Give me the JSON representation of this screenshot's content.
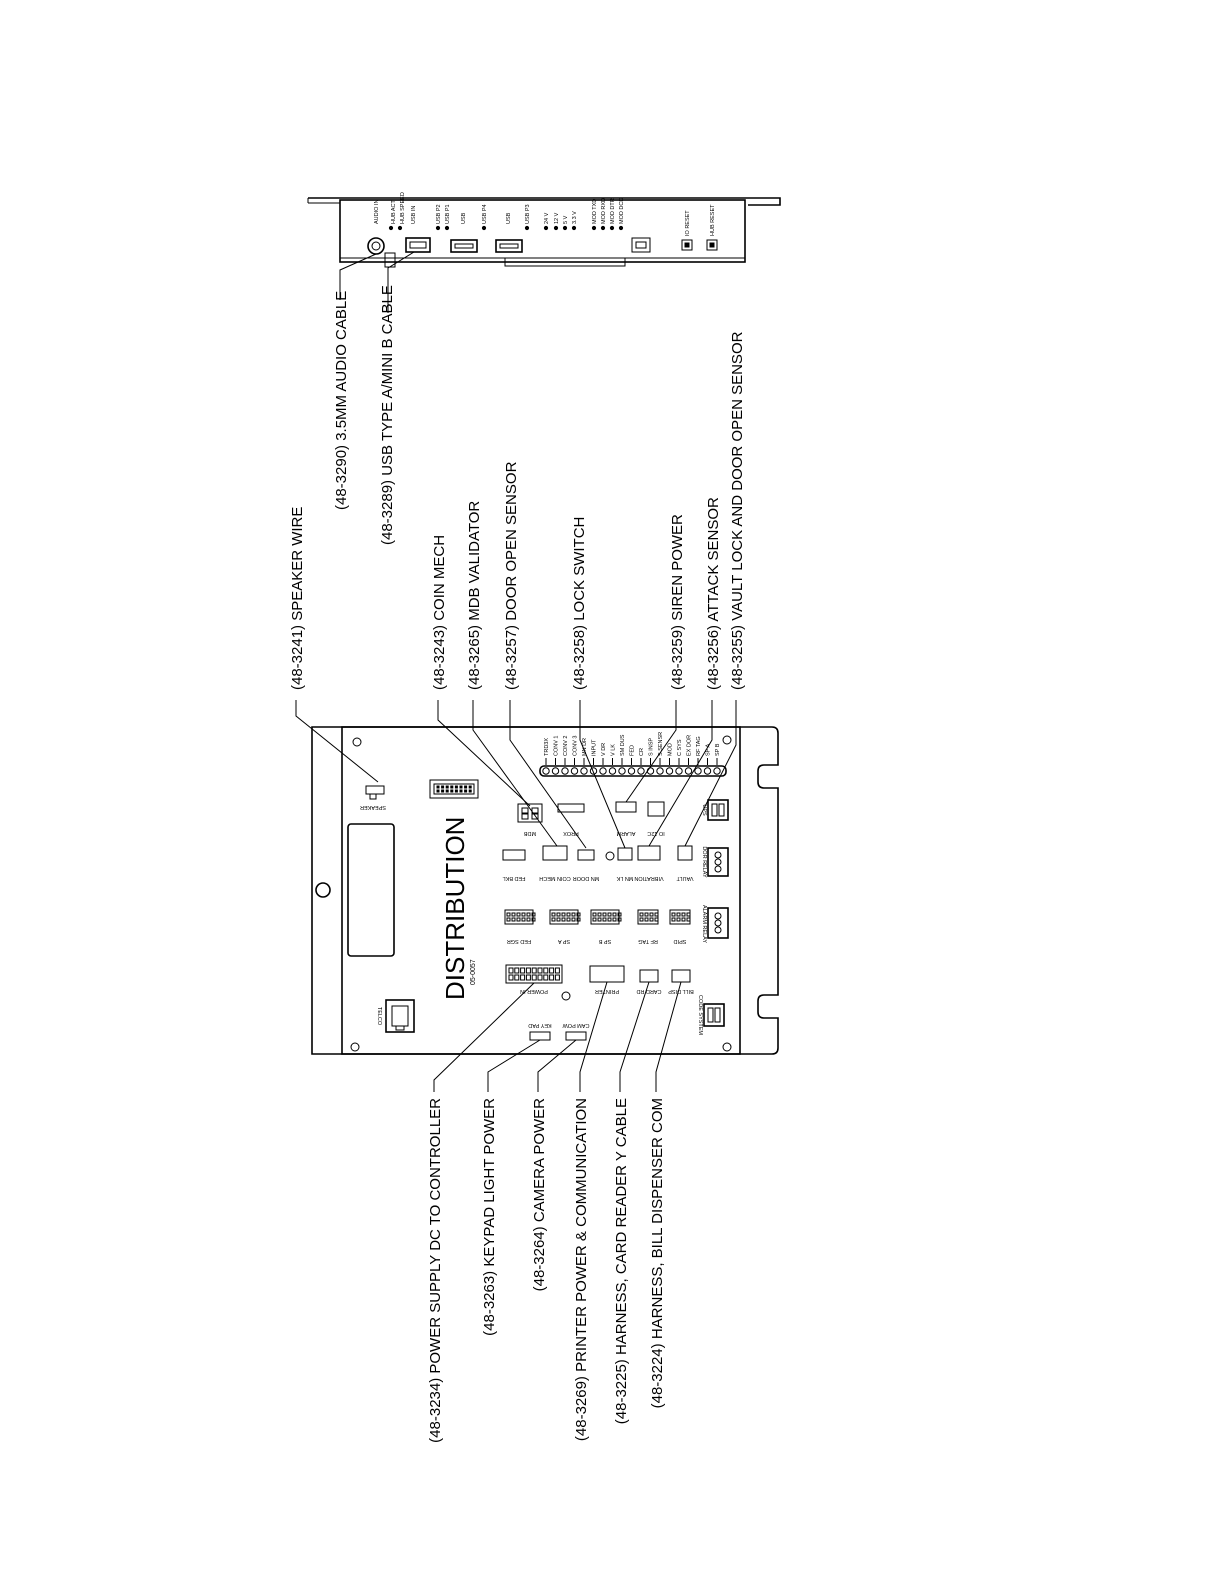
{
  "callouts_right": [
    "(48-3290) 3.5MM AUDIO CABLE",
    "(48-3289) USB TYPE A/MINI B CABLE",
    "(48-3241) SPEAKER WIRE",
    "(48-3243) COIN MECH",
    "(48-3265) MDB VALIDATOR",
    "(48-3257) DOOR OPEN SENSOR",
    "(48-3258) LOCK SWITCH",
    "(48-3259) SIREN POWER",
    "(48-3256) ATTACK SENSOR",
    "(48-3255) VAULT LOCK AND DOOR OPEN SENSOR"
  ],
  "callouts_bottom": [
    "(48-3234) POWER SUPPLY DC TO CONTROLLER",
    "(48-3263)  KEYPAD LIGHT POWER",
    "(48-3264) CAMERA POWER",
    "(48-3269) PRINTER POWER & COMMUNICATION",
    "(48-3225) HARNESS, CARD READER Y CABLE",
    "(48-3224) HARNESS, BILL DISPENSER COM"
  ],
  "board": {
    "title": "DISTRIBUTION",
    "part_number": "05-0057",
    "connectors": {
      "speaker": "SPEAKER",
      "telco": "TELCO",
      "power_in": "POWER IN",
      "keypad": "KEY PAD",
      "cam_pow": "CAM POW",
      "fed_sgr": "FED SGR",
      "sp_a": "SP A",
      "sp_b": "SP B",
      "rf_tag": "RF TAG",
      "spid": "SPID",
      "alarm_relay": "ALARM RELAY",
      "fed_bkl": "FED BKL",
      "coin_mech": "COIN MECH",
      "mn_door": "MN DOOR",
      "mn_lk": "MN LK",
      "vibration": "VIBRATION",
      "vault": "VAULT",
      "dor_relay": "DOR RELAY",
      "mdb": "MDB",
      "prox": "PROX",
      "alarm": "ALARM",
      "i2c": "IO 12C",
      "printer": "PRINTER",
      "card_rd": "CARD RD",
      "bill_disp": "BILL DISP",
      "code_system": "CODE SYSTEM",
      "ups": "UPS"
    },
    "led_labels": [
      "TRD3X",
      "CONV 1",
      "CONV 2",
      "CONV 3",
      "MN DR",
      "INPUT",
      "V DR",
      "V LK",
      "SM DUS",
      "FED",
      "CR",
      "S INSP",
      "S SENSR",
      "MOD",
      "C SYS",
      "EX DOR",
      "RF TAG",
      "SP A",
      "SP B"
    ]
  },
  "hub": {
    "top_labels": [
      "AUDIO IN",
      "HUB ACT",
      "HUB SPEED",
      "USB IN",
      "USB P2",
      "USB P1",
      "USB",
      "USB P4",
      "USB",
      "USB P3",
      "24 V",
      "12 V",
      "5 V",
      "3.3 V",
      "MOD TXD",
      "MOD RXD",
      "MOD DTR",
      "MOD DCD",
      "IO RESET",
      "HUB RESET"
    ]
  }
}
